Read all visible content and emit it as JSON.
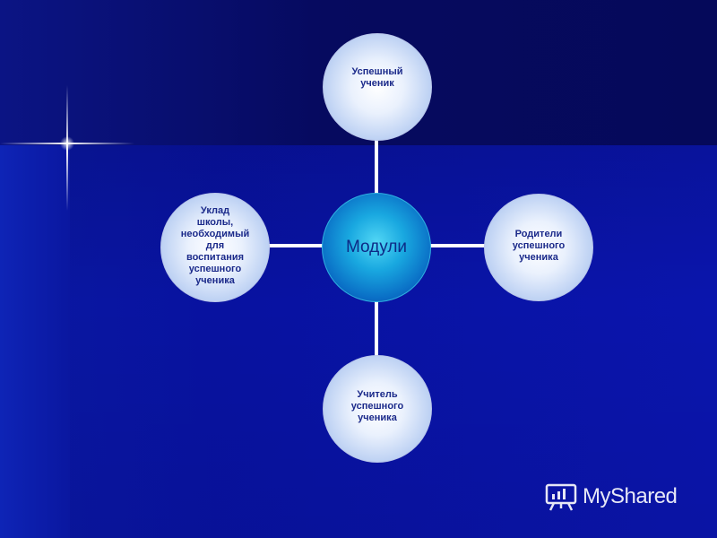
{
  "diagram": {
    "center": {
      "label": "Модули"
    },
    "nodes": [
      {
        "id": "top",
        "label": "Успешный\nученик"
      },
      {
        "id": "right",
        "label": "Родители\nуспешного\nученика"
      },
      {
        "id": "bottom",
        "label": "Учитель\nуспешного\nученика"
      },
      {
        "id": "left",
        "label": "Уклад\nшколы,\nнеобходимый\nдля\nвоспитания\nуспешного\nученика"
      }
    ]
  },
  "watermark": {
    "text": "MyShared",
    "icon": "presentation-board-icon"
  },
  "colors": {
    "background_dark": "#05095a",
    "background_blue": "#0a15ad",
    "node_text": "#1b2a8a",
    "center_fill": "#19a8e0",
    "connector": "#ffffff"
  }
}
